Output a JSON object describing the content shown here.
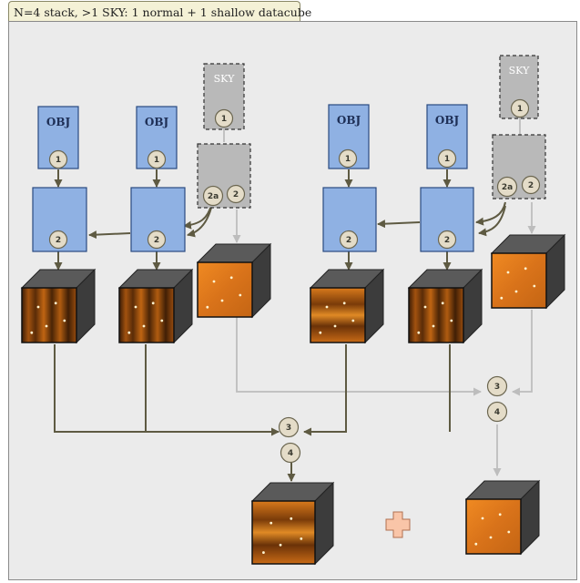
{
  "header": {
    "tab_title": "N=4 stack, >1 SKY: 1 normal + 1 shallow datacube"
  },
  "labels": {
    "obj": "OBJ",
    "sky": "SKY"
  },
  "steps": {
    "s1": "1",
    "s2": "2",
    "s2a": "2a",
    "s3": "3",
    "s4": "4"
  },
  "colors": {
    "obj_fill": "#8fb1e3",
    "obj_stroke": "#2a4a80",
    "sky_fill": "#b9b9b9",
    "arrow_dark": "#5e5a42",
    "arrow_light": "#bdbdbd",
    "step_fill": "#e4dcc8",
    "cube_face": "#e07d1b",
    "cube_side": "#3c3c3c",
    "plus": "#f9c5a8"
  },
  "icons": {
    "plus": "plus-cross-icon"
  }
}
